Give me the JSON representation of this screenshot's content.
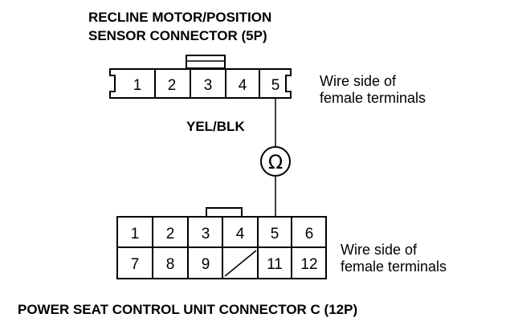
{
  "top_connector": {
    "title_line1": "RECLINE MOTOR/POSITION",
    "title_line2": "SENSOR CONNECTOR (5P)",
    "pins": [
      "1",
      "2",
      "3",
      "4",
      "5"
    ],
    "side_note_line1": "Wire side of",
    "side_note_line2": "female terminals"
  },
  "wire": {
    "color_label": "YEL/BLK"
  },
  "meter": {
    "symbol": "Ω",
    "icon": "ohmmeter-icon"
  },
  "bottom_connector": {
    "pins_row1": [
      "1",
      "2",
      "3",
      "4",
      "5",
      "6"
    ],
    "pins_row2": [
      "7",
      "8",
      "9",
      "",
      "11",
      "12"
    ],
    "side_note_line1": "Wire side of",
    "side_note_line2": "female terminals",
    "title": "POWER SEAT CONTROL UNIT CONNECTOR C (12P)"
  }
}
